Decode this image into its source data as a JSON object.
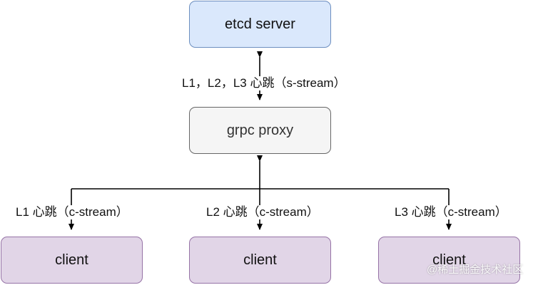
{
  "nodes": {
    "etcd_server": "etcd server",
    "grpc_proxy": "grpc proxy",
    "client_1": "client",
    "client_2": "client",
    "client_3": "client"
  },
  "edges": {
    "proxy_to_server": "L1，L2，L3 心跳（s-stream）",
    "client_1": "L1 心跳（c-stream）",
    "client_2": "L2 心跳（c-stream）",
    "client_3": "L3 心跳（c-stream）"
  },
  "watermark": "@稀土掘金技术社区",
  "colors": {
    "server_fill": "#dae8fc",
    "server_stroke": "#6c8ebf",
    "proxy_fill": "#f5f5f5",
    "proxy_stroke": "#666666",
    "client_fill": "#e1d5e7",
    "client_stroke": "#9673a6",
    "edge": "#000000"
  }
}
